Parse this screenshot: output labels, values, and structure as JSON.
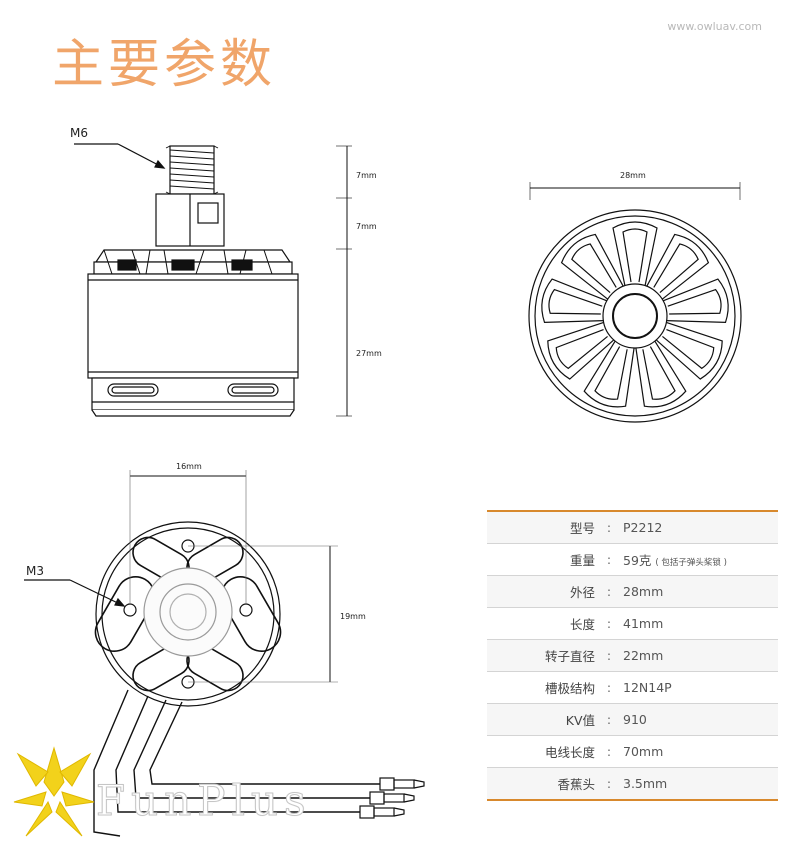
{
  "header": {
    "title": "主要参数",
    "site": "www.owluav.com"
  },
  "side_view": {
    "callout": "M6",
    "dims": [
      "7mm",
      "7mm",
      "27mm"
    ]
  },
  "top_view": {
    "dim": "28mm"
  },
  "bottom_view": {
    "callout": "M3",
    "dims": [
      "16mm",
      "19mm"
    ]
  },
  "specs": {
    "separator": ":",
    "rows": [
      {
        "key": "型号",
        "value": "P2212",
        "note": ""
      },
      {
        "key": "重量",
        "value": "59克",
        "note": "( 包括子弹头桨锁 )"
      },
      {
        "key": "外径",
        "value": "28mm",
        "note": ""
      },
      {
        "key": "长度",
        "value": "41mm",
        "note": ""
      },
      {
        "key": "转子直径",
        "value": "22mm",
        "note": ""
      },
      {
        "key": "槽极结构",
        "value": "12N14P",
        "note": ""
      },
      {
        "key": "KV值",
        "value": "910",
        "note": ""
      },
      {
        "key": "电线长度",
        "value": "70mm",
        "note": ""
      },
      {
        "key": "香蕉头",
        "value": "3.5mm",
        "note": ""
      }
    ]
  },
  "brand": {
    "name": "FunPlus",
    "accent": "#f2d21b"
  },
  "colors": {
    "title": "#f0a56a",
    "table_rule": "#d8892d"
  }
}
